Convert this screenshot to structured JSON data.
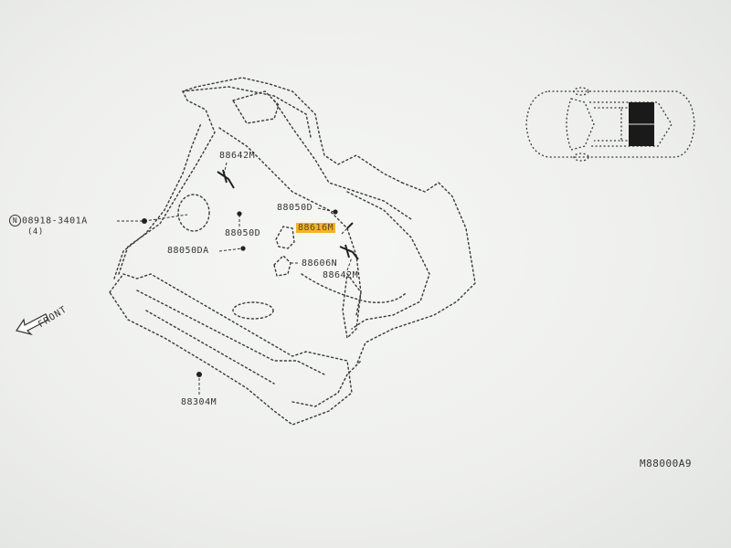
{
  "labels": {
    "nut": "N",
    "part_08918": "08918-3401A",
    "qty_08918": "(4)",
    "p88642_upper": "88642M",
    "p88050d_left": "88050D",
    "p88050d_upper": "88050D",
    "p88616": "88616M",
    "p88050da": "88050DA",
    "p88606": "88606N",
    "p88642_lower": "88642M",
    "p88304": "88304M",
    "front": "FRONT",
    "diagram_code": "M88000A9"
  },
  "colors": {
    "highlight": "#f5b325",
    "ink": "#333333",
    "background": "#eeefec"
  }
}
